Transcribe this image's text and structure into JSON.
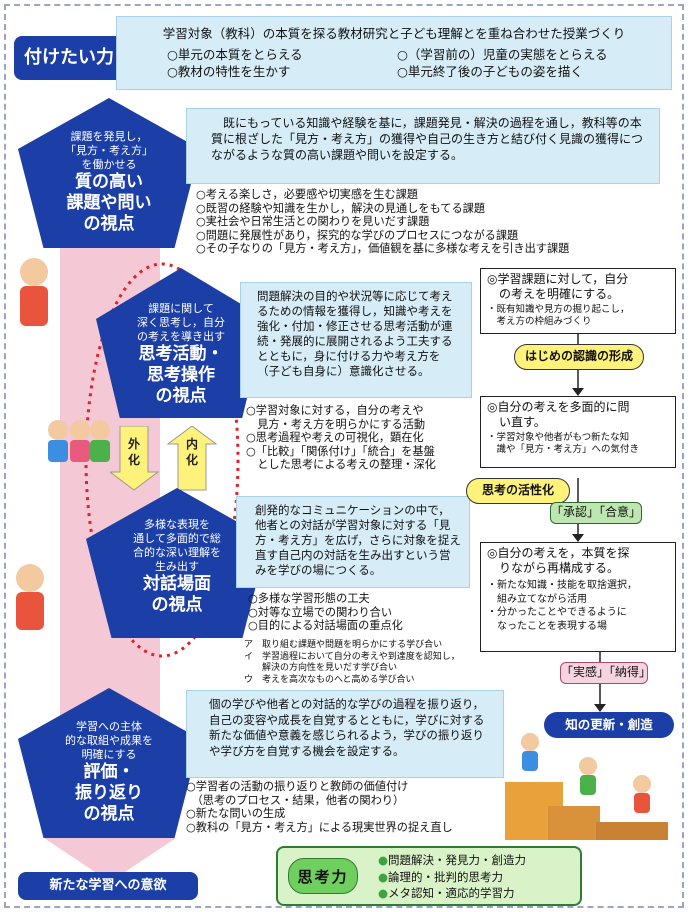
{
  "header": {
    "badge": "付けたい力",
    "title": "学習対象（教科）の本質を探る教材研究と子ども理解とを重ね合わせた授業づくり",
    "items": [
      "○単元の本質をとらえる",
      "○（学習前の）児童の実態をとらえる",
      "○教材の特性を生かす",
      "○単元終了後の子どもの姿を描く"
    ]
  },
  "section1": {
    "sub": [
      "課題を発見し，",
      "「見方・考え方」",
      "を働かせる"
    ],
    "main": [
      "質の高い",
      "課題や問い",
      "の視点"
    ],
    "desc": "　既にもっている知識や経験を基に，課題発見・解決の過程を通し，教科等の本質に根ざした「見方・考え方」の獲得や自己の生き方と結び付く見識の獲得につながるような質の高い課題や問いを設定する。",
    "items": [
      "○考える楽しさ，必要感や切実感を生む課題",
      "○既習の経験や知識を生かし，解決の見通しをもてる課題",
      "○実社会や日常生活との関わりを見いだす課題",
      "○問題に発展性があり，探究的な学びのプロセスにつながる課題",
      "○その子なりの「見方・考え方」，価値観を基に多様な考えを引き出す課題"
    ]
  },
  "section2": {
    "sub": [
      "課題に関して",
      "深く思考し，自分",
      "の考えを導き出す"
    ],
    "main": [
      "思考活動・",
      "思考操作",
      "の視点"
    ],
    "desc": "問題解決の目的や状況等に応じて考えるための情報を獲得し，知識や考えを強化・付加・修正させる思考活動が連続・発展的に展開されるよう工夫するとともに，身に付ける力や考え方を（子ども自身に）意識化させる。",
    "items": [
      "○学習対象に対する，自分の考えや",
      "　見方・考え方を明らかにする活動",
      "○思考過程や考えの可視化，顕在化",
      "○「比較」「関係付け」「統合」を基盤",
      "　とした思考による考えの整理・深化"
    ]
  },
  "arrows": {
    "out": [
      "外",
      "化"
    ],
    "in": [
      "内",
      "化"
    ]
  },
  "section3": {
    "sub": [
      "多様な表現を",
      "通して多面的で総",
      "合的な深い理解を",
      "生み出す"
    ],
    "main": [
      "対話場面",
      "の視点"
    ],
    "desc": "創発的なコミュニケーションの中で，他者との対話が学習対象に対する「見方・考え方」を広げ，さらに対象を捉え直す自己内の対話を生み出すという営みを学びの場につくる。",
    "items": [
      "○多様な学習形態の工夫",
      "○対等な立場での関わり合い",
      "○目的による対話場面の重点化"
    ],
    "notes": [
      "ア　取り組む課題や問題を明らかにする学び合い",
      "イ　学習過程において自分の考えや到達度を認知し，",
      "　　解決の方向性を見いだす学び合い",
      "ウ　考えを高次なものへと高める学び合い"
    ]
  },
  "section4": {
    "sub": [
      "学習への主体",
      "的な取組や成果を",
      "明確にする"
    ],
    "main": [
      "評価・",
      "振り返り",
      "の視点"
    ],
    "desc": "個の学びや他者との対話的な学びの過程を振り返り，自己の変容や成長を自覚するとともに，学びに対する新たな価値や意義を感じられるよう，学びの振り返りや学び方を自覚する機会を設定する。",
    "items": [
      "○学習者の活動の振り返りと教師の価値付け",
      "　（思考のプロセス・結果，他者の関わり）",
      "○新たな問いの生成",
      "○教科の「見方・考え方」による現実世界の捉え直し"
    ]
  },
  "right_flow": {
    "box1": [
      "◎学習課題に対して，自分",
      "　の考えを明確にする。"
    ],
    "box1_sub": [
      "・既有知識や見方の掘り起こし，",
      "　考え方の枠組みづくり"
    ],
    "oval1": "はじめの認識の形成",
    "box2": [
      "◎自分の考えを多面的に問",
      "　い直す。"
    ],
    "box2_sub": [
      "・学習対象や他者がもつ新たな知",
      "　識や「見方・考え方」への気付き"
    ],
    "oval2": "思考の活性化",
    "pill1": "「承認」「合意」",
    "box3": [
      "◎自分の考えを，本質を探",
      "　りながら再構成する。"
    ],
    "box3_sub": [
      "・新たな知識・技能を取捨選択，",
      "　組み立てながら活用",
      "・分かったことやできるように",
      "　なったことを表現する場"
    ],
    "pill2": "「実感」「納得」",
    "oval3": "知の更新・創造"
  },
  "bottom": {
    "footer_badge": "新たな学習への意欲",
    "skill_label": "思考力",
    "skills": [
      "問題解決・発見力・創造力",
      "論理的・批判的思考力",
      "メタ認知・適応的学習力"
    ]
  },
  "colors": {
    "navy": "#1b3fa6",
    "pink_band": "#f5c8d6",
    "light_blue": "#d6ecf7",
    "yellow": "#fff27a",
    "green": "#bde6b0"
  }
}
